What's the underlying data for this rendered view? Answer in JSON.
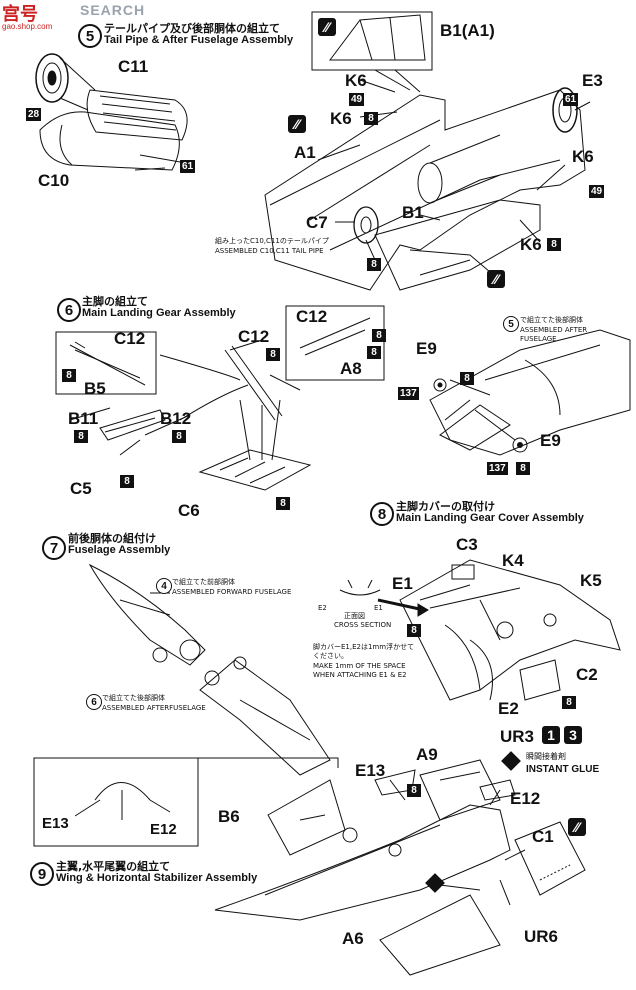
{
  "watermark": {
    "brand": "SEARCH",
    "red_chars": "宫号",
    "small_url": "gao.shop.com"
  },
  "step5": {
    "number": "5",
    "title_jp": "テールパイプ及び後部胴体の組立て",
    "title_en": "Tail Pipe & After Fuselage Assembly",
    "labels": {
      "c11": "C11",
      "c10": "C10",
      "b1a1": "B1(A1)",
      "k6_top": "K6",
      "k6_mid": "K6",
      "k6_right": "K6",
      "k6_bottom": "K6",
      "a1": "A1",
      "c7": "C7",
      "b1": "B1",
      "e3": "E3"
    },
    "paint_codes": {
      "p28": "28",
      "p61_left": "61",
      "p61_right": "61",
      "p49_top": "49",
      "p49_right": "49",
      "p8_k6mid": "8",
      "p8_c7": "8",
      "p8_k6bottom": "8"
    },
    "note_jp": "組み上ったC10,C11のテールパイプ",
    "note_en": "ASSEMBLED C10,C11 TAIL PIPE"
  },
  "step6": {
    "number": "6",
    "title_jp": "主脚の組立て",
    "title_en": "Main Landing Gear Assembly",
    "labels": {
      "c12_box": "C12",
      "b5": "B5",
      "c12_center": "C12",
      "c12_right": "C12",
      "a8": "A8",
      "b11": "B11",
      "b12": "B12",
      "c5": "C5",
      "c6": "C6"
    },
    "paint_codes": {
      "p8_box_left": "8",
      "p8_c12c": "8",
      "p8_c12r": "8",
      "p8_a8": "8",
      "p8_b11": "8",
      "p8_b12": "8",
      "p8_c5": "8",
      "p8_c6": "8"
    }
  },
  "step8": {
    "number": "8",
    "title_jp": "主脚カバーの取付け",
    "title_en": "Main Landing Gear Cover Assembly",
    "ref_step": "5",
    "ref_jp": "で組立てた後部胴体",
    "ref_en1": "ASSEMBLED AFTER",
    "ref_en2": "FUSELAGE",
    "labels": {
      "e9_top": "E9",
      "e9_bottom": "E9",
      "c3": "C3",
      "k4": "K4",
      "e1": "E1",
      "k5": "K5",
      "c2": "C2",
      "e2": "E2"
    },
    "paint_codes": {
      "p137_top": "137",
      "p8_e9top": "8",
      "p137_bottom": "137",
      "p8_e9bottom": "8",
      "p8_e1": "8",
      "p8_c2": "8"
    },
    "section": {
      "e2": "E2",
      "e1": "E1",
      "jp": "正面図",
      "en": "CROSS SECTION"
    },
    "note_jp1": "脚カバーE1,E2は1mm浮かせて",
    "note_jp2": "ください。",
    "note_en1": "MAKE 1mm OF THE SPACE",
    "note_en2": "WHEN ATTACHING E1 & E2"
  },
  "step7": {
    "number": "7",
    "title_jp": "前後胴体の組付け",
    "title_en": "Fuselage Assembly",
    "ref4_step": "4",
    "ref4_jp": "で組立てた前部胴体",
    "ref4_en": "ASSEMBLED FORWARD FUSELAGE",
    "ref6_step": "6",
    "ref6_jp": "で組立てた後部胴体",
    "ref6_en": "ASSEMBLED AFTERFUSELAGE"
  },
  "step9": {
    "number": "9",
    "title_jp": "主翼,水平尾翼の組立て",
    "title_en": "Wing & Horizontal Stabilizer Assembly",
    "labels": {
      "ur3": "UR3",
      "e13_box": "E13",
      "e12_box": "E12",
      "e13": "E13",
      "a9": "A9",
      "e12": "E12",
      "b6": "B6",
      "c1": "C1",
      "a6": "A6",
      "ur6": "UR6"
    },
    "ur3_marks": [
      "1",
      "3"
    ],
    "glue_jp": "瞬間接着剤",
    "glue_en": "INSTANT GLUE",
    "paint_codes": {
      "p8_a9": "8"
    }
  }
}
